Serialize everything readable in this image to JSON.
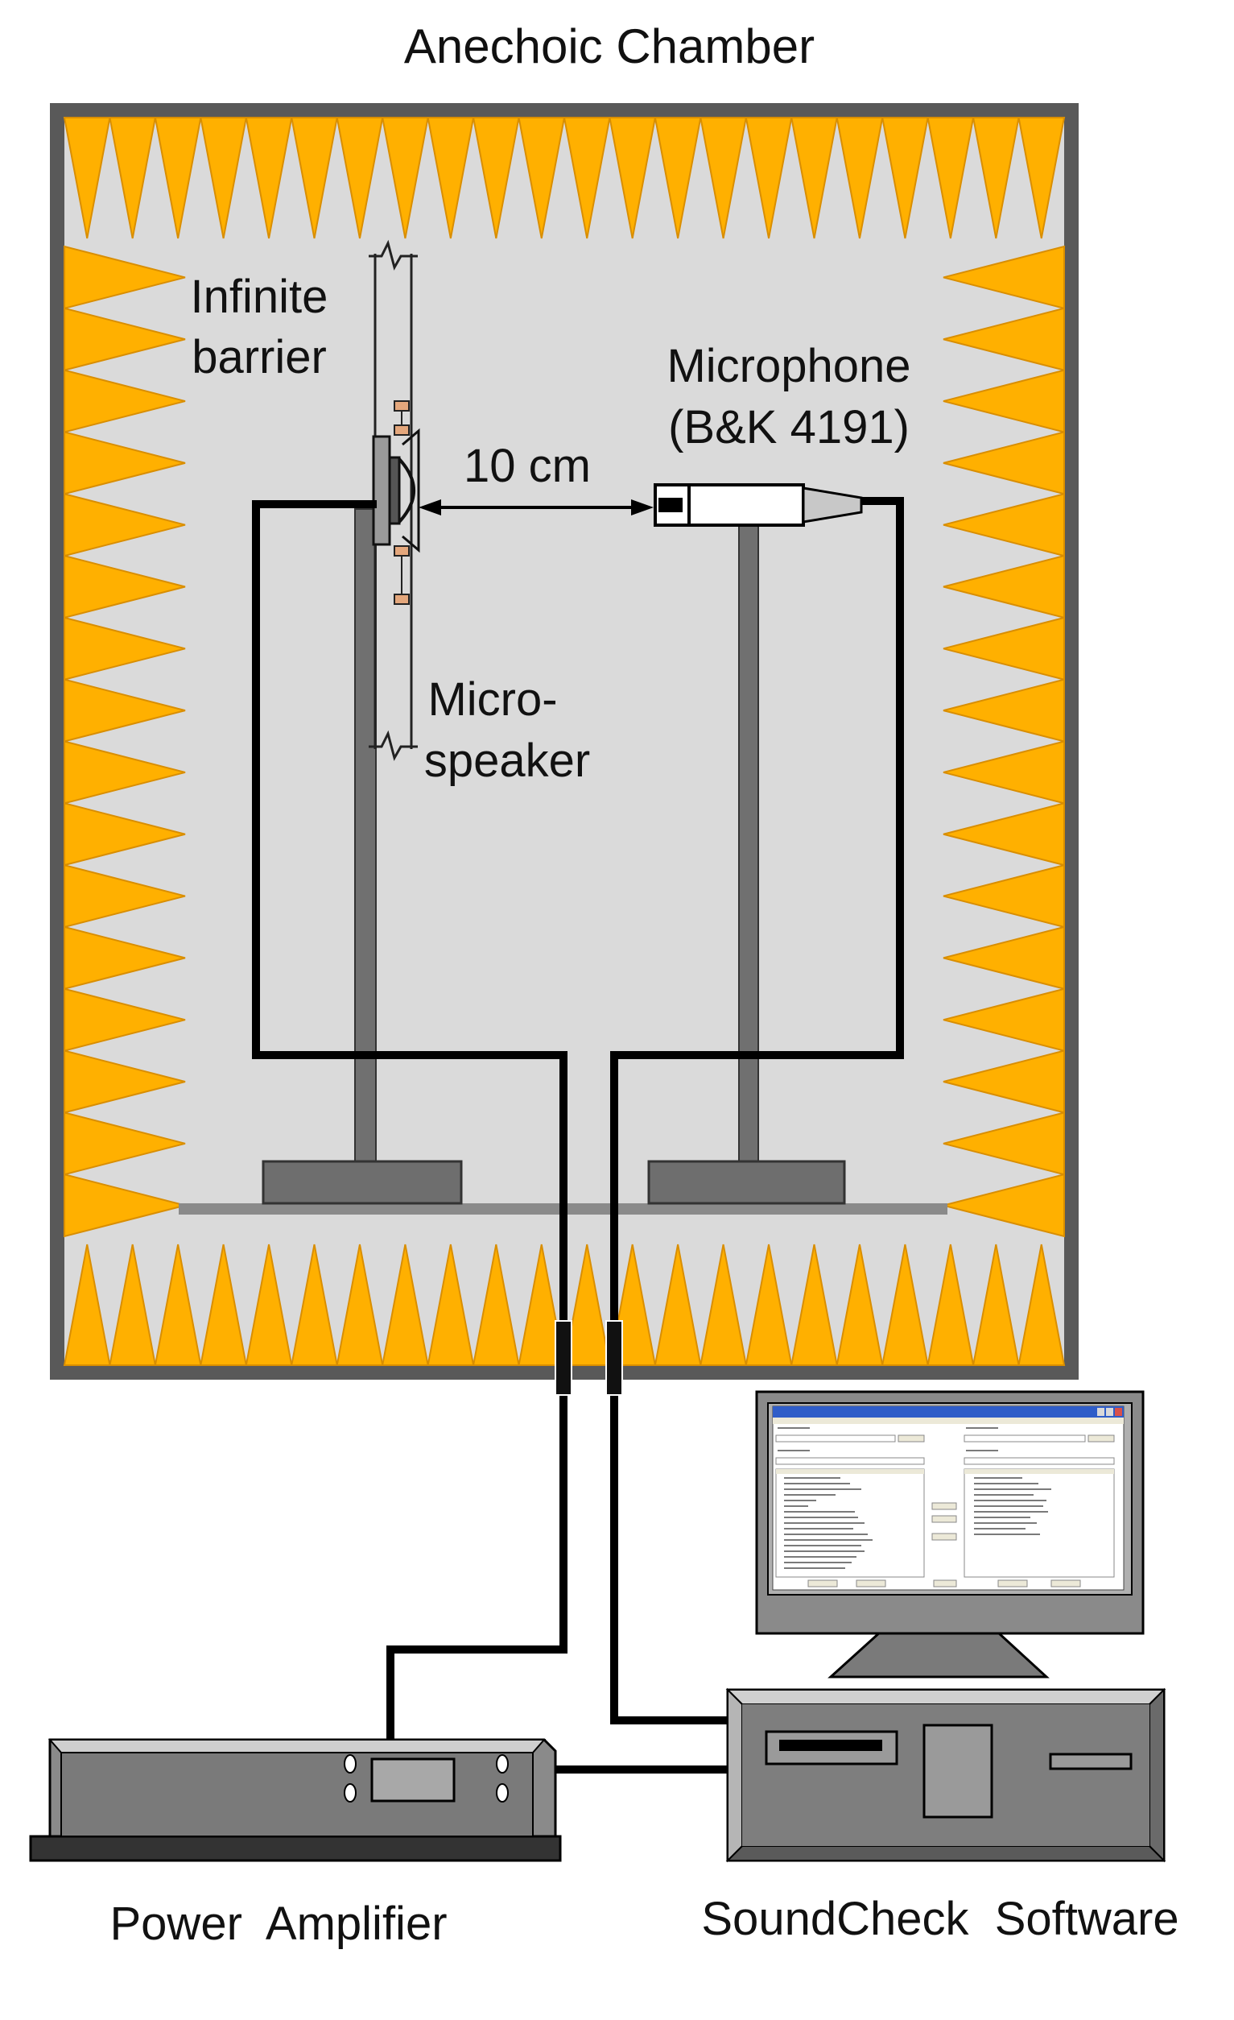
{
  "diagram": {
    "title": "Anechoic Chamber",
    "labels": {
      "barrier_line1": "Infinite",
      "barrier_line2": "barrier",
      "mic_line1": "Microphone",
      "mic_line2": "(B&K 4191)",
      "distance": "10 cm",
      "speaker_line1": "Micro-",
      "speaker_line2": "speaker",
      "amplifier": "Power  Amplifier",
      "software": "SoundCheck  Software"
    },
    "colors": {
      "wedge": "#FFB000",
      "wedge_stroke": "#D98E00",
      "chamber_wall": "#595959",
      "chamber_interior": "#DADADA",
      "stand": "#6E6E6E",
      "cable": "#000000"
    }
  }
}
